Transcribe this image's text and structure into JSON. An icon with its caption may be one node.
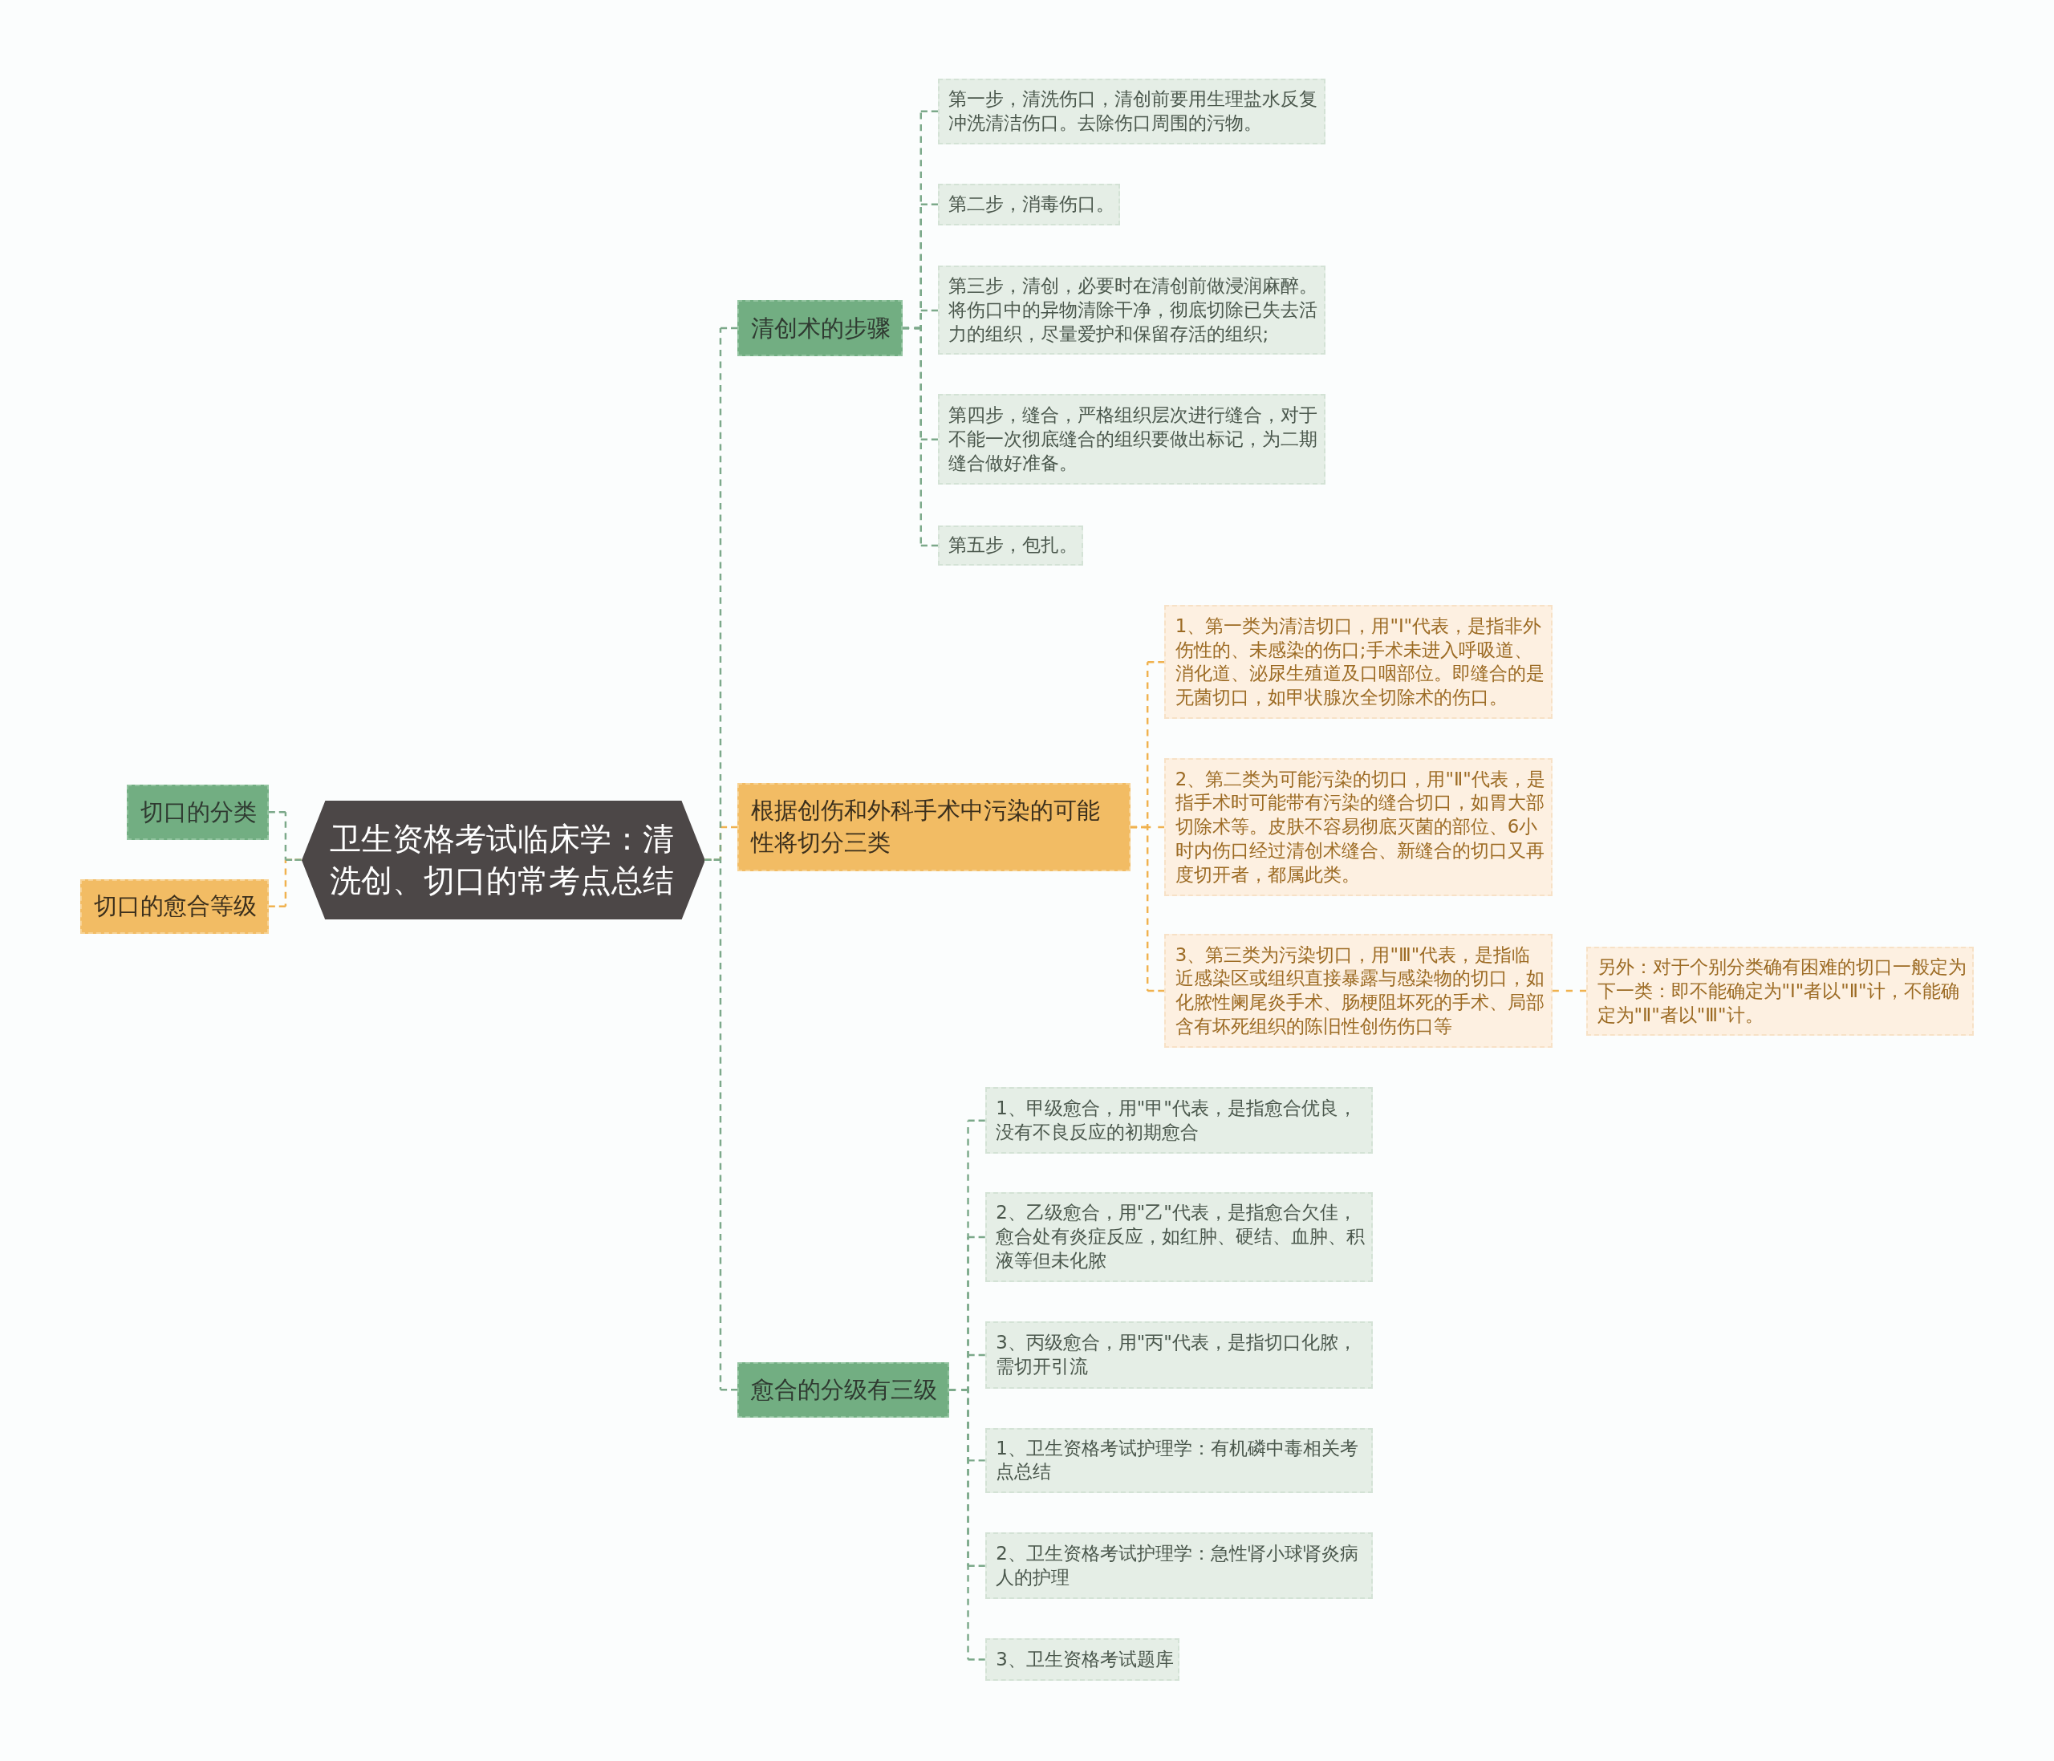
{
  "diagram": {
    "nodes": [
      {
        "text": [
          "卫生资格考试临床学：清洗创、切口的常考点总结"
        ]
      },
      {
        "text": [
          "切口的分类"
        ]
      },
      {
        "text": [
          "切口的愈合等级"
        ]
      },
      {
        "text": [
          "清创术的步骤"
        ]
      },
      {
        "text": [
          "第一步，清洗伤口，清创前要用生理盐水反复冲洗清洁伤口。去除伤口周围的污物。"
        ]
      },
      {
        "text": [
          "第二步，消毒伤口。"
        ]
      },
      {
        "text": [
          "第三步，清创，必要时在清创前做浸润麻醉。将伤口中的异物清除干净，彻底切除已失去活力的组织，尽量爱护和保留存活的组织;"
        ]
      },
      {
        "text": [
          "第四步，缝合，严格组织层次进行缝合，对于不能一次彻底缝合的组织要做出标记，为二期缝合做好准备。"
        ]
      },
      {
        "text": [
          "第五步，包扎。"
        ]
      },
      {
        "text": [
          "根据创伤和外科手术中污染的可能性将切分三类"
        ]
      },
      {
        "text": [
          "1、第一类为清洁切口，用\"Ⅰ\"代表，是指非外伤性的、未感染的伤口;手术未进入呼吸道、消化道、泌尿生殖道及口咽部位。即缝合的是无菌切口，如甲状腺次全切除术的伤口。"
        ]
      },
      {
        "text": [
          "2、第二类为可能污染的切口，用\"Ⅱ\"代表，是指手术时可能带有污染的缝合切口，如胃大部切除术等。皮肤不容易彻底灭菌的部位、6小时内伤口经过清创术缝合、新缝合的切口又再度切开者，都属此类。"
        ]
      },
      {
        "text": [
          "3、第三类为污染切口，用\"Ⅲ\"代表，是指临近感染区或组织直接暴露与感染物的切口，如化脓性阑尾炎手术、肠梗阻坏死的手术、局部含有坏死组织的陈旧性创伤伤口等"
        ]
      },
      {
        "text": [
          "另外：对于个别分类确有困难的切口一般定为下一类：即不能确定为\"Ⅰ\"者以\"Ⅱ\"计，不能确定为\"Ⅱ\"者以\"Ⅲ\"计。"
        ]
      },
      {
        "text": [
          "愈合的分级有三级"
        ]
      },
      {
        "text": [
          "1、甲级愈合，用\"甲\"代表，是指愈合优良，没有不良反应的初期愈合"
        ]
      },
      {
        "text": [
          "2、乙级愈合，用\"乙\"代表，是指愈合欠佳，愈合处有炎症反应，如红肿、硬结、血肿、积液等但未化脓"
        ]
      },
      {
        "text": [
          "3、丙级愈合，用\"丙\"代表，是指切口化脓，需切开引流"
        ]
      },
      {
        "text": [
          "1、卫生资格考试护理学：有机磷中毒相关考点总结"
        ]
      },
      {
        "text": [
          "2、卫生资格考试护理学：急性肾小球肾炎病人的护理"
        ]
      },
      {
        "text": [
          "3、卫生资格考试题库"
        ]
      }
    ],
    "edges": [
      {
        "from": 0,
        "to": 1,
        "arrow": "none"
      },
      {
        "from": 0,
        "to": 2,
        "arrow": "none",
        "color": "#f0b24f"
      },
      {
        "from": 0,
        "to": 3,
        "arrow": "none"
      },
      {
        "from": 0,
        "to": 9,
        "arrow": "none",
        "color": "#f0b24f"
      },
      {
        "from": 0,
        "to": 14,
        "arrow": "none"
      },
      {
        "from": 3,
        "to": 4,
        "arrow": "none"
      },
      {
        "from": 3,
        "to": 5,
        "arrow": "none"
      },
      {
        "from": 3,
        "to": 6,
        "arrow": "none"
      },
      {
        "from": 3,
        "to": 7,
        "arrow": "none"
      },
      {
        "from": 3,
        "to": 8,
        "arrow": "none"
      },
      {
        "from": 9,
        "to": 10,
        "arrow": "none",
        "color": "#f0b24f"
      },
      {
        "from": 9,
        "to": 11,
        "arrow": "none",
        "color": "#f0b24f"
      },
      {
        "from": 9,
        "to": 12,
        "arrow": "none",
        "color": "#f0b24f"
      },
      {
        "from": 12,
        "to": 13,
        "arrow": "none",
        "color": "#f0b24f"
      },
      {
        "from": 14,
        "to": 15,
        "arrow": "none"
      },
      {
        "from": 14,
        "to": 16,
        "arrow": "none"
      },
      {
        "from": 14,
        "to": 17,
        "arrow": "none"
      },
      {
        "from": 14,
        "to": 18,
        "arrow": "none"
      },
      {
        "from": 14,
        "to": 19,
        "arrow": "none"
      },
      {
        "from": 14,
        "to": 20,
        "arrow": "none"
      }
    ]
  }
}
